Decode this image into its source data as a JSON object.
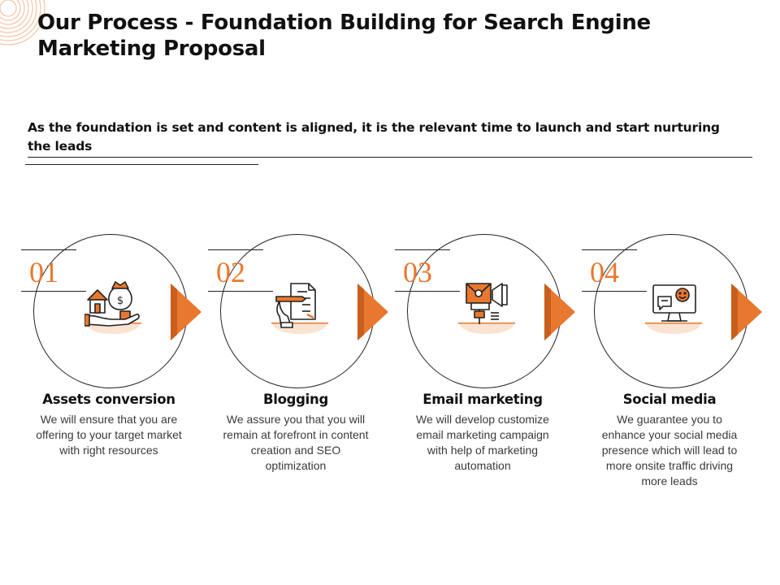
{
  "slide": {
    "title": "Our Process - Foundation Building for Search Engine Marketing Proposal",
    "subtitle": "As the foundation is set and content is aligned, it is the relevant time to launch and start nurturing the leads"
  },
  "colors": {
    "accent": "#e8782f",
    "accent_light": "#fbe3d3",
    "line": "#222222",
    "text": "#111111",
    "muted_text": "#3a3a3a"
  },
  "steps": [
    {
      "number": "01",
      "title": "Assets conversion",
      "description": "We will ensure that you are offering to your target market with right resources",
      "icon": "money-bag-house-hand-icon"
    },
    {
      "number": "02",
      "title": "Blogging",
      "description": "We assure you that you will remain at forefront in content creation and SEO optimization",
      "icon": "hand-writing-document-icon"
    },
    {
      "number": "03",
      "title": "Email marketing",
      "description": "We will develop customize email marketing campaign with help of marketing automation",
      "icon": "envelope-megaphone-icon"
    },
    {
      "number": "04",
      "title": "Social media",
      "description": "We guarantee you to enhance your social media presence which will lead to more onsite traffic driving more leads",
      "icon": "monitor-chat-smiley-icon"
    }
  ]
}
